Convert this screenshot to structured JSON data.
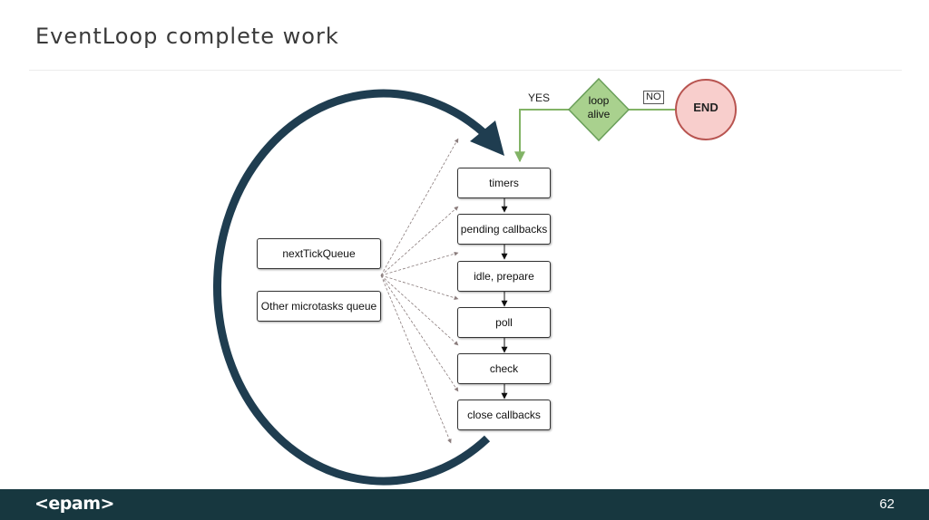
{
  "slide": {
    "title": "EventLoop complete work",
    "page_number": "62",
    "logo_text": "<epam>"
  },
  "diagram": {
    "decision": {
      "label": "loop\nalive",
      "yes_label": "YES",
      "no_label": "NO"
    },
    "end_label": "END",
    "phases": [
      {
        "label": "timers"
      },
      {
        "label": "pending callbacks"
      },
      {
        "label": "idle, prepare"
      },
      {
        "label": "poll"
      },
      {
        "label": "check"
      },
      {
        "label": "close callbacks"
      }
    ],
    "queues": [
      {
        "label": "nextTickQueue"
      },
      {
        "label": "Other microtasks queue"
      }
    ]
  },
  "colors": {
    "loop_arc": "#1f3d50",
    "decision_fill": "#a9d18e",
    "decision_stroke": "#6a9f5a",
    "yes_path": "#82b366",
    "end_fill": "#f8cecc",
    "end_stroke": "#b85450",
    "dashed_arrows": "#8a7c7c",
    "footer": "#17373f"
  }
}
